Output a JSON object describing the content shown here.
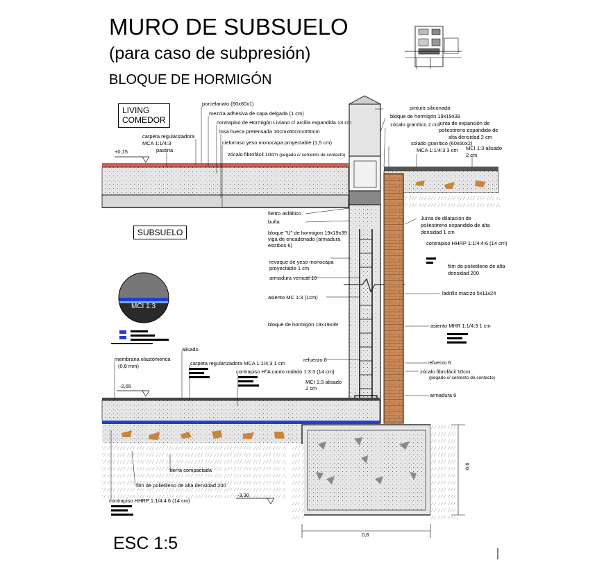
{
  "header": {
    "title": "MURO DE SUBSUELO",
    "subtitle": "(para caso de subpresión)",
    "subtitle2": "BLOQUE DE HORMIGÓN"
  },
  "rooms": {
    "living": "LIVING",
    "comedor": "COMEDOR",
    "subsuelo": "SUBSUELO"
  },
  "levels": {
    "upper": "+0,15",
    "lower": "-2,65",
    "bottom": "-3,30"
  },
  "legend": {
    "circle_label": "MCI 1:3"
  },
  "labels_upper_left": {
    "porcelanato": "porcelanato (60x60x1)",
    "mezcla": "mezcla adhesiva de capa delgada (1 cm)",
    "contrapiso": "contrapiso de Hormigón Liviano c/ arcilla expandida 13 cm",
    "carpeta": "carpeta regularizadora",
    "carpeta2": "MCA 1:1/4:3",
    "pastina": "pastina",
    "losa": "losa hueca pretensada 10cmx60cmx350cm",
    "cielorraso": "cielorraso yeso monocapa proyectable (1,5 cm)",
    "zocalo": "zócalo fibrofácil 10cm",
    "zocalo_small": "(pegado c/ cemento de contacto)"
  },
  "labels_upper_right": {
    "pintura": "pintura siliconada",
    "bloque": "bloque de hormigón 19x19x39",
    "zocalo_granitico": "zócalo granítico 2 cm",
    "junta1": "junta de expanción de",
    "junta2": "poliestireno expandido de",
    "junta3": "alta densidad 2 cm",
    "solado": "solado granítico (60x60x2)",
    "mca": "MCA 1:1/4:3  3 cm",
    "mci": "MCI 1:3 alisado",
    "mci2": "2 cm"
  },
  "labels_center": {
    "fieltro": "fieltro asfáltico",
    "bunia": "buña",
    "bloque_u": "bloque \"U\" de hormigon 19x19x39",
    "viga": "viga de encadenado (armadura",
    "estribos": "estribos 6)",
    "revoque": "revoque de yeso monocapa",
    "revoque2": "proyectable 1 cm",
    "armadura_vertical": "armadura vertical 10",
    "asiento_mc": "asiento MC 1:3 (1cm)",
    "bloque_hormigon": "bloque de hormigón 19x19x39",
    "refuerzo": "refuerzo 6",
    "mci_alisado": "MCI 1:3 alisado",
    "mci_alisado2": "2 cm"
  },
  "labels_right": {
    "junta_dil": "Junta de dilatación de",
    "junta_dil2": "poliestireno expandido de alta",
    "junta_dil3": "densidad 1 cm",
    "contrapiso_hhrp": "contrapiso HHRP 1:1/4:4:6 (14 cm)",
    "film": "film de polietileno de alta",
    "film2": "densidad 200",
    "ladrillo": "ladrillo macizo 5x11x24",
    "asiento_mhr": "asiento MHR 1:1/4:3  1 cm",
    "refuerzo": "refuerzo 6",
    "zocalo": "zócalo fibrofácil 10cm",
    "zocalo_small": "(pegado c/ cemento de contacto)",
    "armadura": "armadura 6"
  },
  "labels_lower_left": {
    "membrana": "membrana elastomerica",
    "membrana2": "(0,8 mm)",
    "alisado": "alisado",
    "carpeta": "carpeta regularizadora MCA 1:1/4:3 1 cm",
    "contrapiso": "contrapiso HºA canto rodado 1:3:3 (14 cm)",
    "tierra": "tierra compactada",
    "film": "film de polietileno de alta densidad 200",
    "contrapiso_hhrp": "contrapiso HHRP 1:1/4:4:6 (14 cm)"
  },
  "dimensions": {
    "width": "0,8",
    "height": "0,6"
  },
  "colors": {
    "blue_membrane": "#1f3fd6",
    "brick": "#c8895a",
    "aggregate": "#c9853d",
    "concrete": "#e6e6e6"
  }
}
